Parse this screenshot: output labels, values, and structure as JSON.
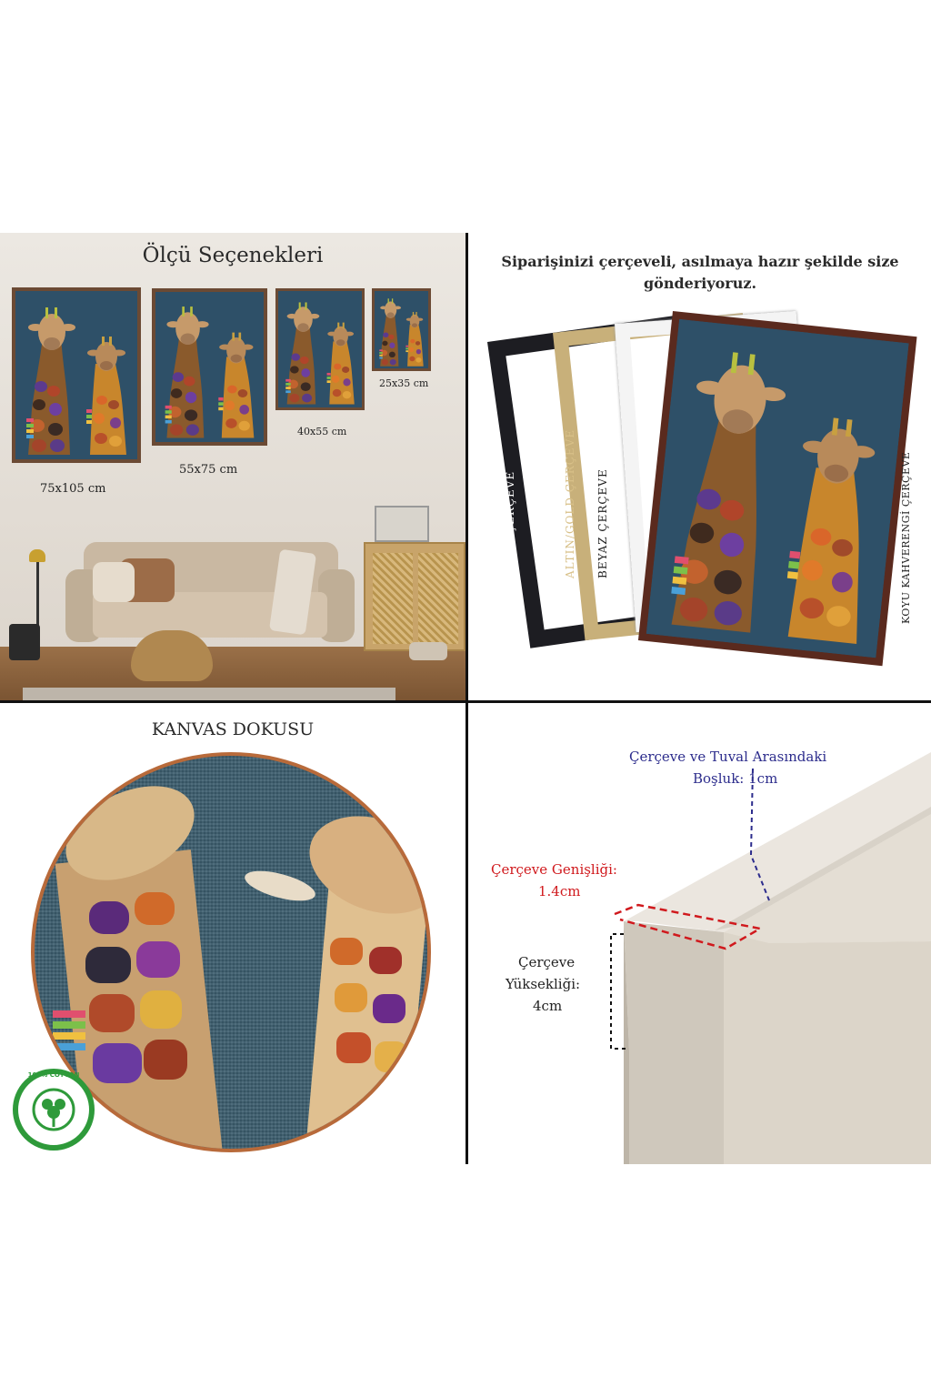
{
  "size_panel": {
    "title": "Ölçü Seçenekleri",
    "sizes": [
      "75x105 cm",
      "55x75 cm",
      "40x55 cm",
      "25x35 cm"
    ]
  },
  "frame_panel": {
    "title_line1": "Siparişinizi çerçeveli, asılmaya hazır şekilde size",
    "title_line2": "gönderiyoruz.",
    "frames": [
      "SİYAH ÇERÇEVE",
      "ALTIN/GOLD ÇERÇEVE",
      "BEYAZ ÇERÇEVE",
      "KOYU KAHVERENGİ ÇERÇEVE"
    ]
  },
  "canvas_panel": {
    "title": "KANVAS DOKUSU",
    "badge_text": "100% COTTON"
  },
  "spec_panel": {
    "gap_label_line1": "Çerçeve ve Tuval Arasındaki",
    "gap_label_line2": "Boşluk: 1cm",
    "width_label_line1": "Çerçeve Genişliği:",
    "width_label_line2": "1.4cm",
    "height_label_line1": "Çerçeve",
    "height_label_line2": "Yüksekliği:",
    "height_label_line3": "4cm"
  },
  "colors": {
    "painting_bg": "#2e5068",
    "gap_label": "#2c2c8c",
    "width_label": "#d0191d",
    "divider": "#111111"
  }
}
